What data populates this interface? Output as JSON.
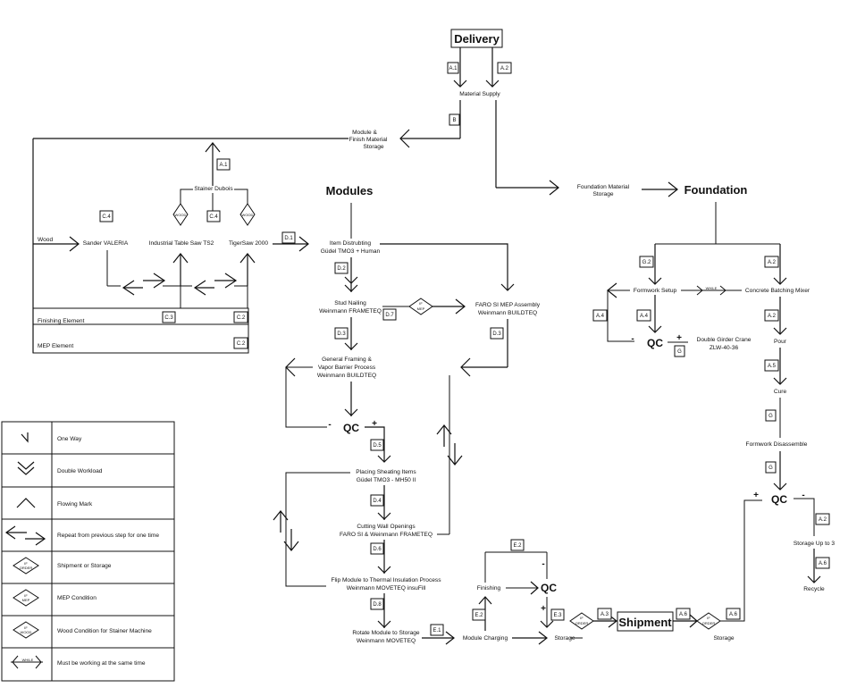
{
  "heads": {
    "delivery": "Delivery",
    "modules": "Modules",
    "foundation": "Foundation",
    "shipment": "Shipment"
  },
  "nodes": {
    "material_supply": "Material Supply",
    "module_storage": [
      "Module &",
      "Finish Material",
      "Storage"
    ],
    "foundation_storage": [
      "Foundation Material",
      "Storage"
    ],
    "stainer": "Stainer Dubois",
    "sander": "Sander VALERIA",
    "table_saw": "Industrial Table Saw TS2",
    "tigersaw": "TigerSaw 2000",
    "wood": "Wood",
    "finishing_element": "Finishing Element",
    "mep_element": "MEP Element",
    "item_dist": [
      "Item Distrubting",
      "Güdel TMO3 + Human"
    ],
    "stud": [
      "Stud Nailing",
      "Weinmann FRAMETEQ"
    ],
    "faro_mep": [
      "FARO SI MEP Assembly",
      "Weinmann BUILDTEQ"
    ],
    "general": [
      "General Framing &",
      "Vapor Barrier Process",
      "Weinmann BUILDTEQ"
    ],
    "sheating": [
      "Placing Sheating Items",
      "Güdel TMO3 - MH50 II"
    ],
    "cutting": [
      "Cutting Wall Openings",
      "FARO SI & Weinmann FRAMETEQ"
    ],
    "flip": [
      "Flip Module to Thermal Insulation Process",
      "Weinmann MOVETEQ insuFill"
    ],
    "rotate": [
      "Rotate Module to Storage",
      "Weinmann MOVETEQ"
    ],
    "module_charging": "Module Charging",
    "finishing": "Finishing",
    "storage1": "Storage",
    "storage2": "Storage",
    "formwork_setup": "Formwork Setup",
    "concrete": "Concrete Batching Mixer",
    "crane": [
      "Double Girder Crane",
      "ZLW-40-36"
    ],
    "pour": "Pour",
    "cure": "Cure",
    "formwork_dis": "Formwork Disassemble",
    "storage_up": "Storage Up to 3",
    "recycle": "Recycle"
  },
  "labels": {
    "A1": "A.1",
    "A2": "A.2",
    "A3": "A.3",
    "A4": "A.4",
    "A5": "A.5",
    "A6": "A.6",
    "B": "B",
    "C2": "C.2",
    "C3": "C.3",
    "C4": "C.4",
    "D1": "D.1",
    "D2": "D.2",
    "D3": "D.3",
    "D4": "D.4",
    "D5": "D.5",
    "D6": "D.6",
    "D7": "D.7",
    "D8": "D.8",
    "E1": "E.1",
    "E2": "E.2",
    "E3": "E.3",
    "G": "G",
    "G2": "G.2"
  },
  "qc": "QC",
  "plus": "+",
  "minus": "-",
  "cond": {
    "if": "IF",
    "order": "ORDER",
    "mep": "MEP",
    "wood": "WOOD",
    "while": "WHILE"
  },
  "legend": [
    {
      "icon": "one-way-icon",
      "label": "One Way"
    },
    {
      "icon": "double-workload-icon",
      "label": "Double Workload"
    },
    {
      "icon": "flowing-mark-icon",
      "label": "Flowing Mark"
    },
    {
      "icon": "repeat-icon",
      "label": "Repeat from previous step for one time"
    },
    {
      "icon": "order-diamond-icon",
      "label": "Shipment or Storage"
    },
    {
      "icon": "mep-diamond-icon",
      "label": "MEP Condition"
    },
    {
      "icon": "wood-diamond-icon",
      "label": "Wood Condition for Stainer Machine"
    },
    {
      "icon": "while-icon",
      "label": "Must be working at the same time"
    }
  ]
}
